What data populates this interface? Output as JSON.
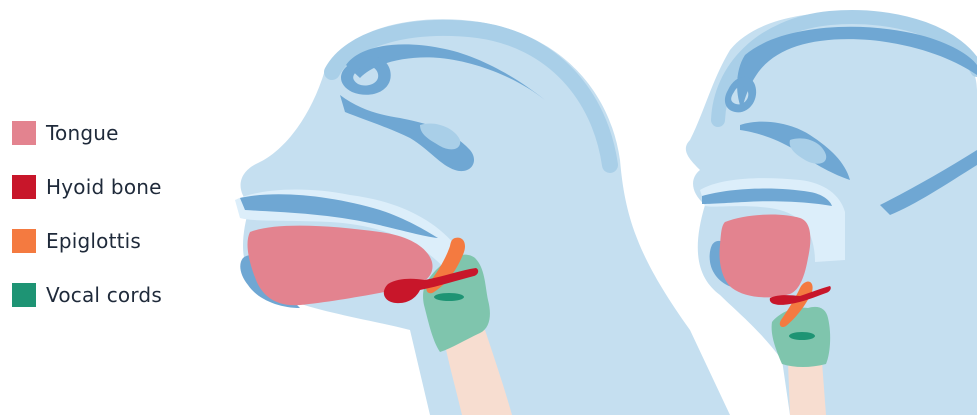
{
  "legend": {
    "items": [
      {
        "label": "Tongue",
        "color": "#e3838f"
      },
      {
        "label": "Hyoid bone",
        "color": "#c8162a"
      },
      {
        "label": "Epiglottis",
        "color": "#f47a40"
      },
      {
        "label": "Vocal cords",
        "color": "#1e9474"
      }
    ]
  },
  "colors": {
    "head_fill": "#c5dff0",
    "skull_outline": "#a9cfe8",
    "bone_dark": "#6fa7d3",
    "airway_light": "#dceefa",
    "larynx": "#7fc5ad",
    "trachea": "#f7ddd0",
    "tongue": "#e3838f",
    "hyoid": "#c8162a",
    "epiglottis": "#f47a40",
    "vocal_cords": "#1e9474"
  }
}
